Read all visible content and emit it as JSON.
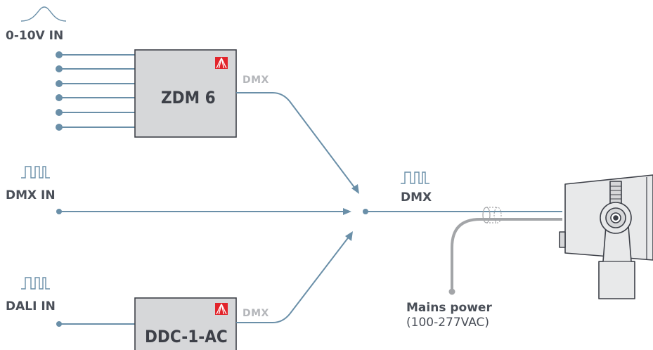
{
  "inputs": {
    "analog_label": "0-10V IN",
    "dmx_label": "DMX IN",
    "dali_label": "DALI IN"
  },
  "devices": {
    "zdm": {
      "title": "ZDM 6",
      "output_label": "DMX"
    },
    "ddc": {
      "title": "DDC-1-AC",
      "output_label": "DMX"
    }
  },
  "output": {
    "label": "DMX"
  },
  "power": {
    "title": "Mains power",
    "spec": "(100-277VAC)"
  },
  "colors": {
    "signal_line": "#6a8fa8",
    "device_fill": "#d6d7d9",
    "device_border": "#3d4048",
    "brand_red": "#e2242b",
    "power_cable": "#a3a5a8",
    "text": "#4a4f58",
    "dmx_tag": "#b4b6ba"
  },
  "icons": {
    "analog": "sine-wave-icon",
    "digital": "square-pulse-icon",
    "brand": "pyramid-logo-icon",
    "fixture": "floodlight-fixture-icon"
  }
}
